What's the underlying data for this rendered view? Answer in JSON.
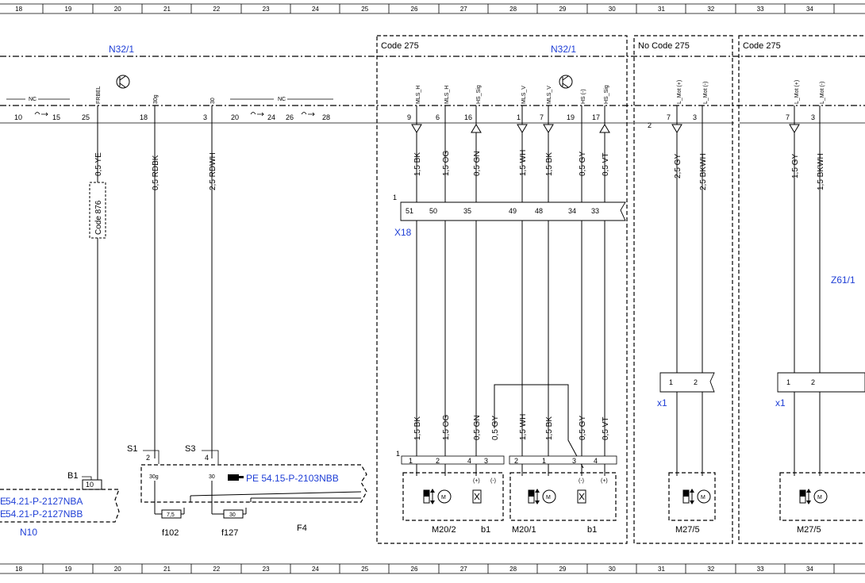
{
  "grid": {
    "columns": [
      "18",
      "19",
      "20",
      "21",
      "22",
      "23",
      "24",
      "25",
      "26",
      "27",
      "28",
      "29",
      "30",
      "31",
      "32",
      "33",
      "34"
    ]
  },
  "sections": {
    "code275": "Code 275",
    "no_code275": "No Code 275",
    "code275_right": "Code 275"
  },
  "components": {
    "n32_left": "N32/1",
    "n32_right": "N32/1",
    "x18": "X18",
    "z61": "Z61/1",
    "x1_a": "x1",
    "x1_b": "x1",
    "f4": "F4",
    "n10": "N10",
    "b1": "B1",
    "s1": "S1",
    "s3": "S3",
    "f102": "f102",
    "f127": "f127",
    "m20_2": "M20/2",
    "m20_1": "M20/1",
    "b1_a": "b1",
    "b1_b": "b1",
    "m27_5_a": "M27/5",
    "m27_5_b": "M27/5"
  },
  "references": {
    "pe_f4": "PE 54.15-P-2103NBB",
    "pe_n10_a": "54.21-P-2127NBA",
    "pe_n10_b": "54.21-P-2127NBB"
  },
  "connector_pins": {
    "nc1": "NC",
    "nc2": "NC",
    "p10": "10",
    "p15": "15",
    "p25": "25",
    "p18": "18",
    "p3": "3",
    "p20": "20",
    "p24": "24",
    "p26": "26",
    "p28": "28",
    "p9": "9",
    "p6": "6",
    "p16": "16",
    "p1": "1",
    "p7": "7",
    "p19": "19",
    "p17": "17",
    "p2_nc": "2",
    "p7b": "7",
    "p3b": "3",
    "p7c": "7",
    "p3c": "3"
  },
  "signals": {
    "frbel": "FRBEL",
    "s30g": "30g",
    "s30": "30",
    "mls_h1": "MLS_H",
    "mls_h2": "MLS_H",
    "hs_sig1": "HS_Sig",
    "mls_v1": "MLS_V",
    "mls_v2": "MLS_V",
    "hs_minus": "HS (-)",
    "hs_sig2": "HS_Sig",
    "l_mot_p1": "L_Mot (+)",
    "l_mot_m1": "L_Mot (-)",
    "l_mot_p2": "L_Mot (+)",
    "l_mot_m2": "L_Mot (-)"
  },
  "wires": {
    "w_05ye": "0,5 YE",
    "w_05rdbk": "0,5 RDBK",
    "w_25rdwh": "2,5 RDWH",
    "w_15bk_a": "1,5 BK",
    "w_15og_a": "1,5 OG",
    "w_05gn_a": "0,5 GN",
    "w_15wh_a": "1,5 WH",
    "w_15bk_b": "1,5 BK",
    "w_05gy_a": "0,5 GY",
    "w_05vt_a": "0,5 VT",
    "w_25gy": "2,5 GY",
    "w_25bkwh": "2,5 BKWH",
    "w_15gy": "1,5 GY",
    "w_15bkwh": "1,5 BKWH",
    "w_15bk_c": "1,5 BK",
    "w_15og_c": "1,5 OG",
    "w_05gn_c": "0,5 GN",
    "w_05gy_c": "0,5 GY",
    "w_15wh_c": "1,5 WH",
    "w_15bk_d": "1,5 BK",
    "w_05gy_d": "0,5 GY",
    "w_05vt_d": "0,5 VT",
    "code876": "Code 876"
  },
  "x18_pins": {
    "pin1": "1",
    "p51": "51",
    "p50": "50",
    "p35": "35",
    "p49": "49",
    "p48": "48",
    "p34": "34",
    "p33": "33"
  },
  "x1_pins": {
    "a1": "1",
    "a2": "2",
    "b1": "1",
    "b2": "2"
  },
  "f4_parts": {
    "f4_30g": "30g",
    "f4_30": "30",
    "s1_2": "2",
    "s3_4": "4",
    "fuse_75": "7,5",
    "fuse_30": "30",
    "b1_10": "10"
  },
  "motor_pins": {
    "m1_row": "1",
    "m202_1": "1",
    "m202_2": "2",
    "m202_4": "4",
    "m202_3": "3",
    "m201_2": "2",
    "m201_1": "1",
    "m201_3": "3",
    "m201_4": "4",
    "pol_p1": "(+)",
    "pol_m1": "(-)",
    "pol_m2": "(-)",
    "pol_p2": "(+)",
    "m_glyph": "M"
  },
  "colors": {
    "ink": "#000000",
    "link": "#1f3fd6"
  }
}
